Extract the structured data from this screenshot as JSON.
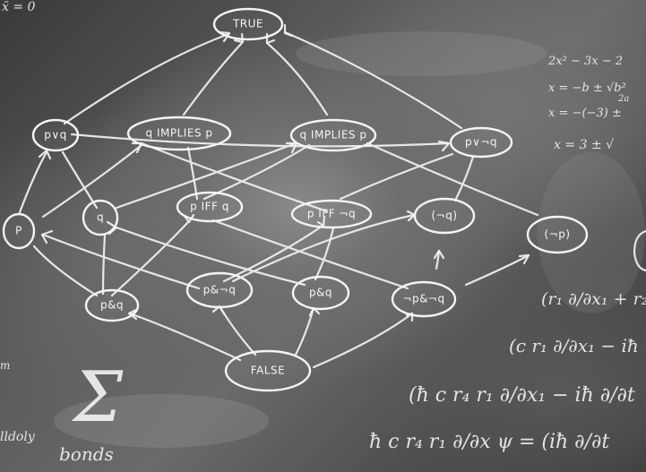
{
  "nodes": {
    "true": "TRUE",
    "false": "FALSE",
    "p_or_q": "p∨q",
    "q_implies_p": "q IMPLIES p",
    "q_implies_p_2": "q IMPLIES p",
    "p_or_not_q": "p∨¬q",
    "p": "P",
    "q": "q",
    "p_iff_q": "p IFF q",
    "p_iff_not_q": "p IFF ¬q",
    "not_q": "(¬q)",
    "not_p": "(¬p)",
    "p_and_q_left": "p&q",
    "p_and_not_q": "p&¬q",
    "p_and_q": "p&q",
    "not_p_and_not_q": "¬p&¬q"
  },
  "math": {
    "top_left": "x̄ = 0",
    "eq1": "2x² − 3x − 2",
    "eq2": "x = −b ± √b²",
    "eq2b": "2a",
    "eq3": "x = −(−3) ±",
    "eq4": "x = 3 ± √",
    "eq5": "(r₁ ∂/∂x₁ + r₂",
    "eq6": "(c r₁ ∂/∂x₁ − iħ",
    "eq7": "(ħ c r₄ r₁ ∂/∂x₁ − iħ ∂/∂t",
    "eq8": "ħ c r₄ r₁ ∂/∂x ψ = (iħ ∂/∂t",
    "sigma": "Σ",
    "bonds": "bonds",
    "left_word": "lldoly",
    "left_fragment": "m"
  }
}
